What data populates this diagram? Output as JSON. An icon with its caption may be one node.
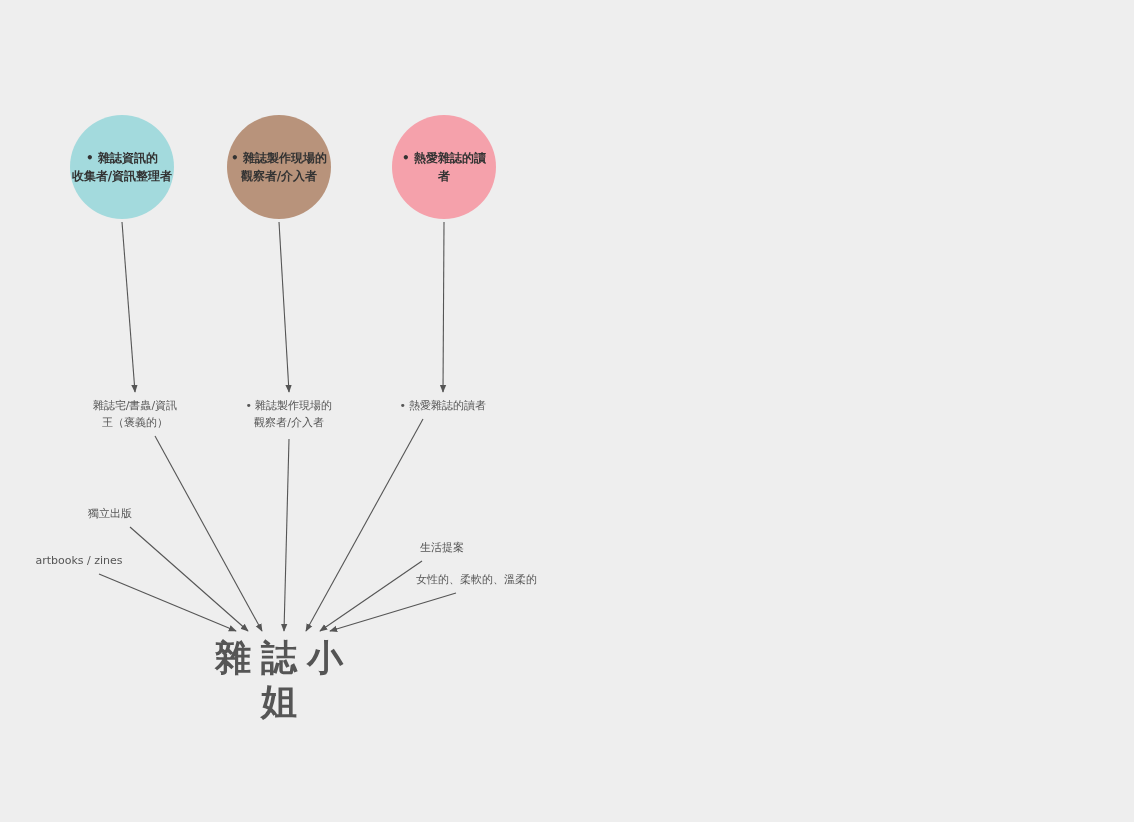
{
  "diagram": {
    "nodes": [
      {
        "text": [
          "• 雜誌資訊的收集者/資訊整理者"
        ]
      },
      {
        "text": [
          "• 雜誌製作現場的觀察者/介入者"
        ]
      },
      {
        "text": [
          "• 熱愛雜誌的讀者"
        ]
      },
      {
        "text": [
          "雜誌宅/書蟲/資訊王（褒義的）"
        ]
      },
      {
        "text": [
          "• 雜誌製作現場的觀察者/介入者"
        ]
      },
      {
        "text": [
          "• 熱愛雜誌的讀者"
        ]
      },
      {
        "text": [
          "獨立出版"
        ]
      },
      {
        "text": [
          "artbooks / zines"
        ]
      },
      {
        "text": [
          "生活提案"
        ]
      },
      {
        "text": [
          "女性的、柔軟的、溫柔的"
        ]
      },
      {
        "text": [
          "雜誌小姐"
        ]
      }
    ],
    "edges": [
      {
        "from": 0,
        "to": 3,
        "arrow": "to"
      },
      {
        "from": 1,
        "to": 4,
        "arrow": "to"
      },
      {
        "from": 2,
        "to": 5,
        "arrow": "to"
      },
      {
        "from": 3,
        "to": 10,
        "arrow": "to"
      },
      {
        "from": 4,
        "to": 10,
        "arrow": "to"
      },
      {
        "from": 5,
        "to": 10,
        "arrow": "to"
      },
      {
        "from": 6,
        "to": 10,
        "arrow": "to"
      },
      {
        "from": 7,
        "to": 10,
        "arrow": "to"
      },
      {
        "from": 8,
        "to": 10,
        "arrow": "to"
      },
      {
        "from": 9,
        "to": 10,
        "arrow": "to"
      }
    ]
  }
}
